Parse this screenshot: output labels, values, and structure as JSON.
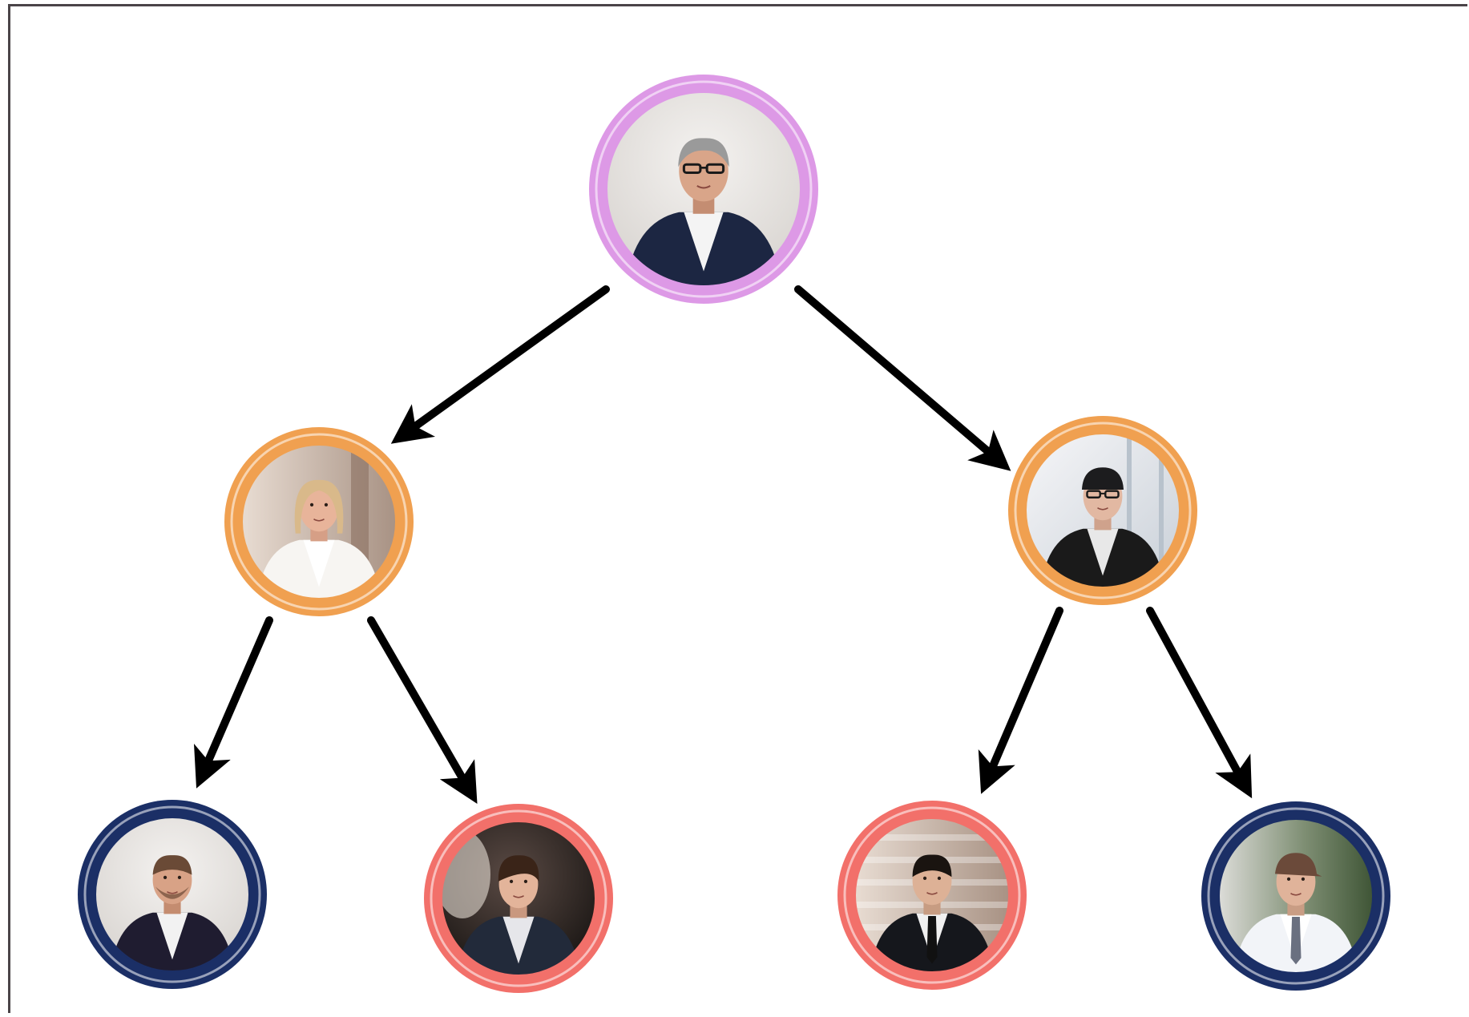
{
  "diagram": {
    "type": "hierarchy-tree",
    "ring_colors": {
      "level_0": "#dd99e6",
      "level_1": "#f0a050",
      "level_2_coral": "#f2706a",
      "level_2_navy": "#1b2f66"
    },
    "nodes": [
      {
        "id": "root",
        "level": 0,
        "ring": "level_0",
        "subject": "man-gray-hair-glasses-navy-blazer"
      },
      {
        "id": "mid-left",
        "level": 1,
        "ring": "level_1",
        "subject": "woman-blonde-white-blouse"
      },
      {
        "id": "mid-right",
        "level": 1,
        "ring": "level_1",
        "subject": "man-glasses-cap-dark-jacket"
      },
      {
        "id": "leaf-1",
        "level": 2,
        "ring": "level_2_navy",
        "subject": "man-beard-dark-blazer-arms-crossed"
      },
      {
        "id": "leaf-2",
        "level": 2,
        "ring": "level_2_coral",
        "subject": "young-man-dark-suit"
      },
      {
        "id": "leaf-3",
        "level": 2,
        "ring": "level_2_coral",
        "subject": "man-black-suit-tie"
      },
      {
        "id": "leaf-4",
        "level": 2,
        "ring": "level_2_navy",
        "subject": "man-cap-white-shirt-tie-outdoors"
      }
    ],
    "edges": [
      {
        "from": "root",
        "to": "mid-left"
      },
      {
        "from": "root",
        "to": "mid-right"
      },
      {
        "from": "mid-left",
        "to": "leaf-1"
      },
      {
        "from": "mid-left",
        "to": "leaf-2"
      },
      {
        "from": "mid-right",
        "to": "leaf-3"
      },
      {
        "from": "mid-right",
        "to": "leaf-4"
      }
    ]
  }
}
